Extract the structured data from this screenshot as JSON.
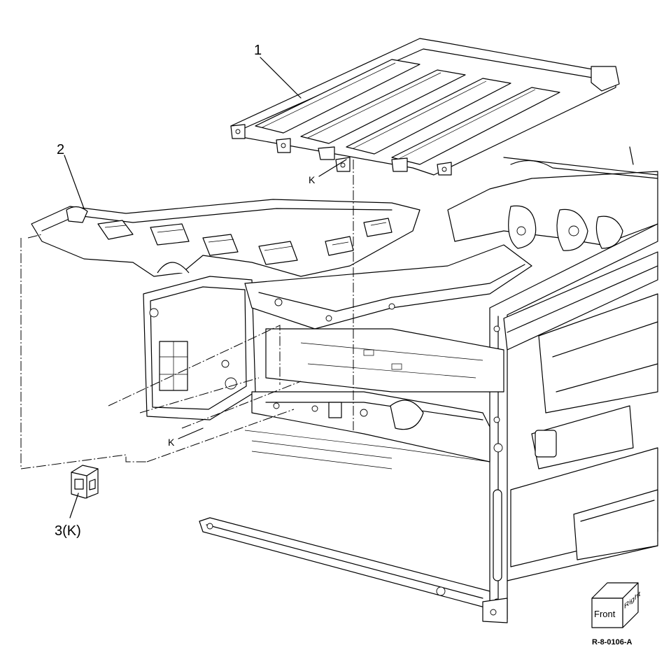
{
  "callouts": {
    "item_1": "1",
    "item_2": "2",
    "item_3": "3(K)",
    "k_upper": "K",
    "k_lower": "K"
  },
  "orientation_cube": {
    "front": "Front",
    "right": "Right"
  },
  "figure_code": "R-8-0106-A"
}
